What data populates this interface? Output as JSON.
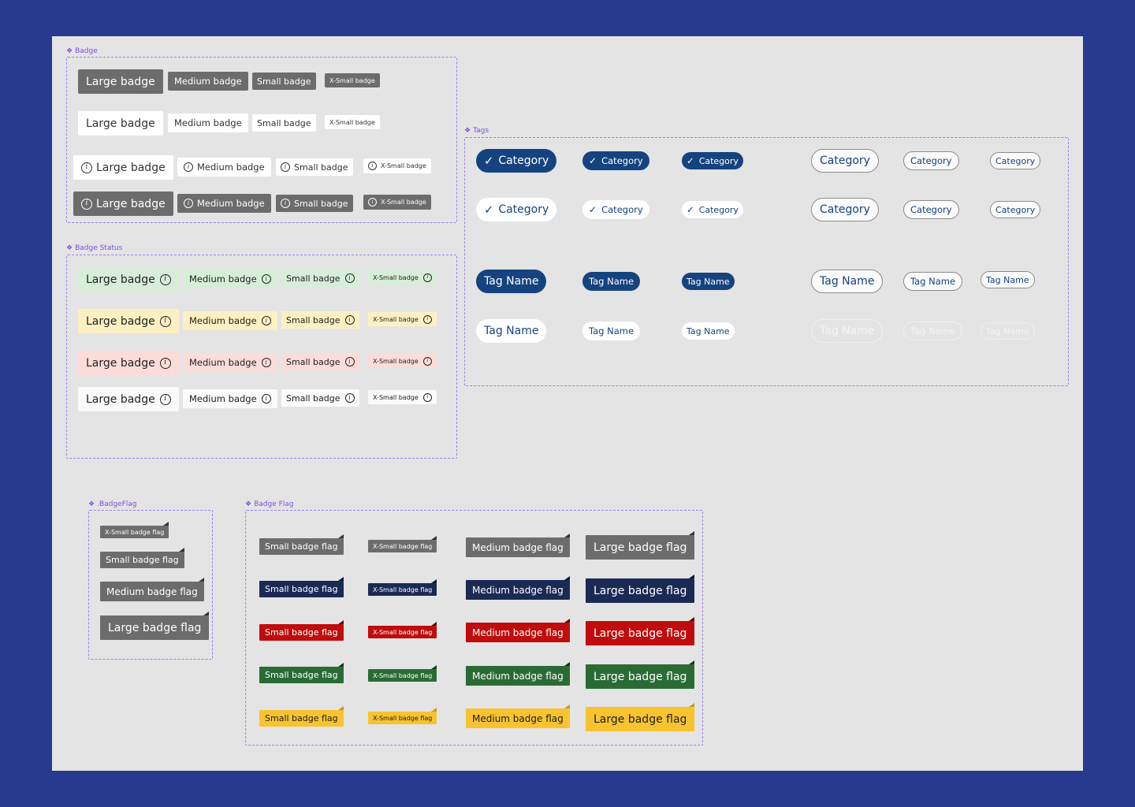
{
  "frames": {
    "badge": "Badge",
    "badge_status": "Badge Status",
    "tags": "Tags",
    "badgeflag_component": ".BadgeFlag",
    "badge_flag": "Badge Flag"
  },
  "badge": {
    "large": "Large badge",
    "medium": "Medium badge",
    "small": "Small badge",
    "xsmall": "X-Small badge"
  },
  "tags": {
    "category": "Category",
    "tag_name": "Tag Name"
  },
  "flags": {
    "xsmall": "X-Small badge flag",
    "small": "Small badge flag",
    "medium": "Medium badge flag",
    "large": "Large badge flag"
  },
  "colors": {
    "background": "#283a8f",
    "canvas": "#e4e4e4",
    "badge_dark": "#6c6c6c",
    "tag_fill": "#15437f",
    "status_green": "#d6eed8",
    "status_yellow": "#fcf0c2",
    "status_red": "#fbdcd9",
    "flag_navy": "#1a2a55",
    "flag_red": "#c00c0c",
    "flag_green": "#2a6b35",
    "flag_yellow": "#f7c32e",
    "frame_border": "#9a82f2"
  },
  "icons": {
    "info": "info-icon",
    "check": "check-icon",
    "component": "diamond-component-icon"
  }
}
